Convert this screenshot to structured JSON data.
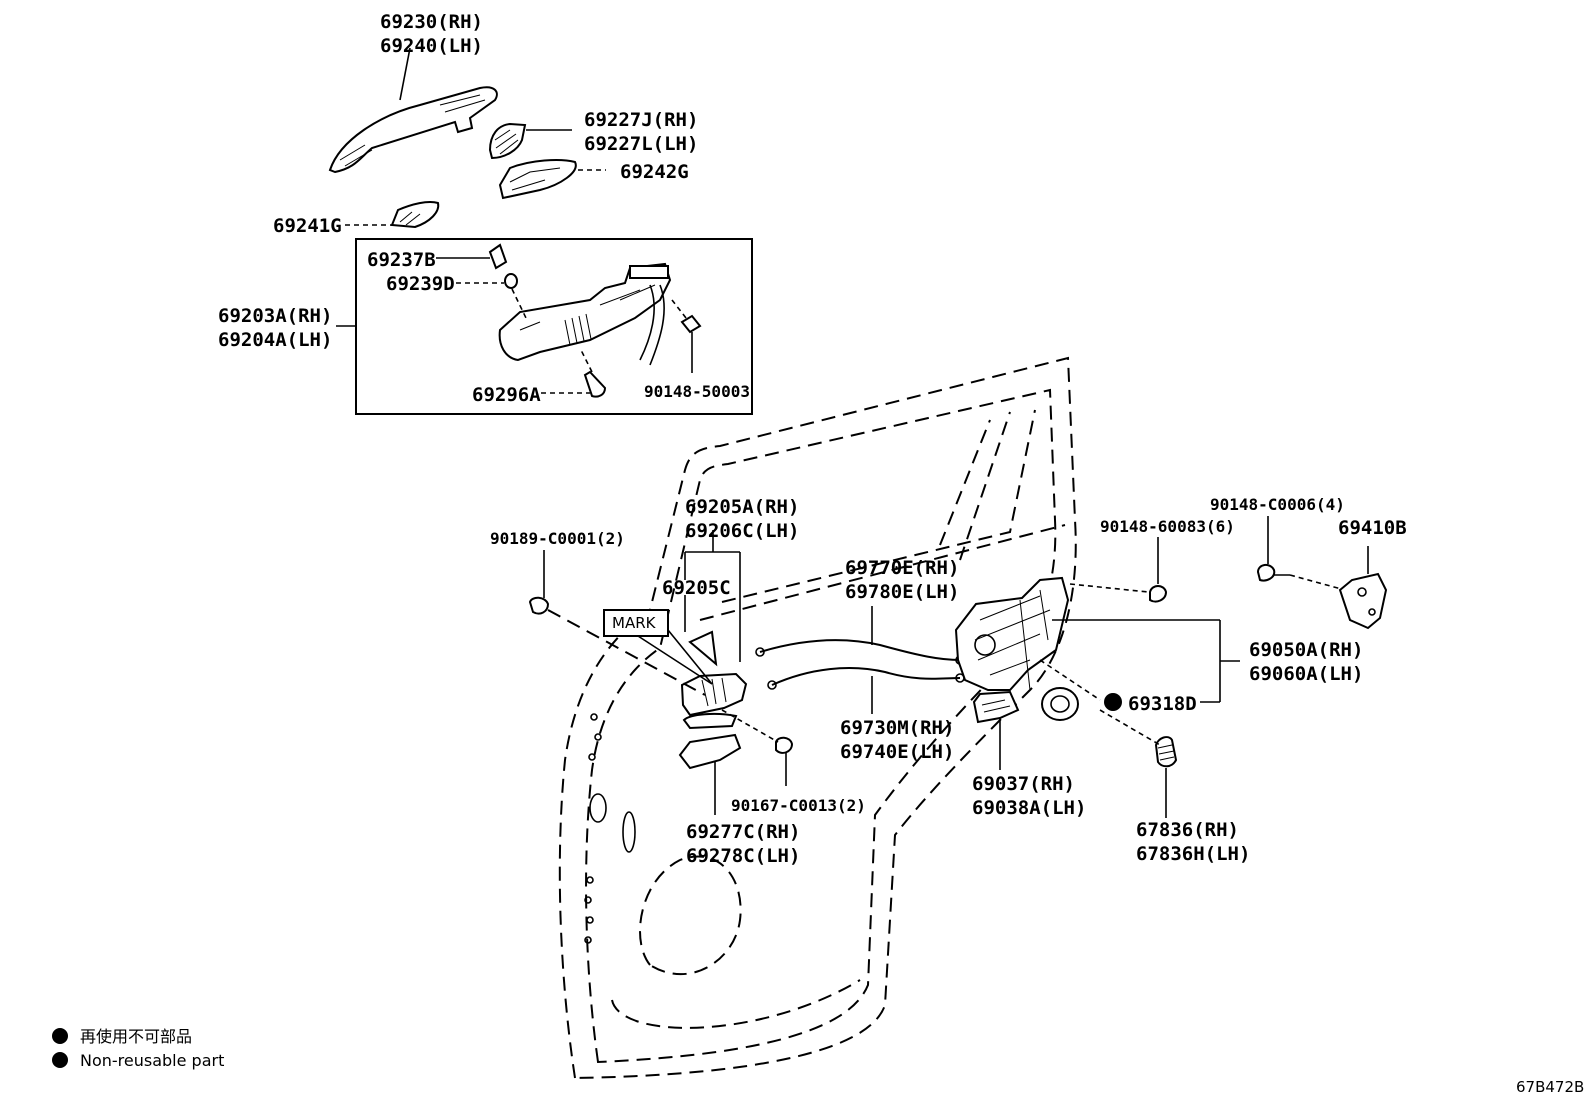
{
  "labels": {
    "outer_handle": [
      "69230(RH)",
      "69240(LH)"
    ],
    "handle_cap": [
      "69227J(RH)",
      "69227L(LH)"
    ],
    "handle_pad_rear": "69242G",
    "handle_pad_front": "69241G",
    "frame_assy": [
      "69203A(RH)",
      "69204A(LH)"
    ],
    "frame_clip": "69237B",
    "frame_gasket": "69239D",
    "frame_plug": "69296A",
    "frame_screw": "90148-50003",
    "inner_handle_assy": [
      "69205A(RH)",
      "69206C(LH)"
    ],
    "inner_handle_sub": "69205C",
    "clip_screw": "90189-C0001(2)",
    "mark": "MARK",
    "cable_open": [
      "69770E(RH)",
      "69780E(LH)"
    ],
    "cable_lock": [
      "69730M(RH)",
      "69740E(LH)"
    ],
    "inner_bezel": [
      "69277C(RH)",
      "69278C(LH)"
    ],
    "bezel_screw": "90167-C0013(2)",
    "lock_screw": "90148-60083(6)",
    "striker_screw": "90148-C0006(4)",
    "striker": "69410B",
    "door_lock": [
      "69050A(RH)",
      "69060A(LH)"
    ],
    "lock_seal": "69318D",
    "lock_cover": [
      "69037(RH)",
      "69038A(LH)"
    ],
    "grommet": [
      "67836(RH)",
      "67836H(LH)"
    ]
  },
  "legend": {
    "items": [
      {
        "symbol": "filled-circle-icon",
        "text": "再使用不可部品"
      },
      {
        "symbol": "filled-circle-icon",
        "text": "Non-reusable part"
      }
    ]
  },
  "diagram_code": "67B472B"
}
